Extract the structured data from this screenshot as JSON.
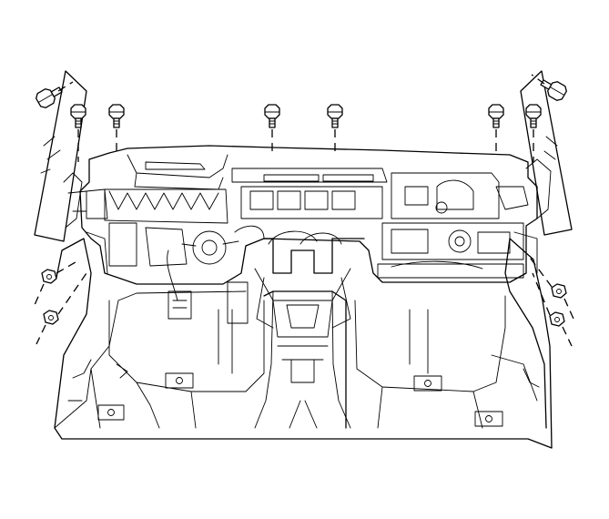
{
  "diagram": {
    "subject": "instrument-panel-carrier-mounting",
    "line_color": "#000000",
    "background_color": "#ffffff",
    "top_bolt_count": 6,
    "side_bolt_count": 2,
    "side_nut_count": 4
  }
}
